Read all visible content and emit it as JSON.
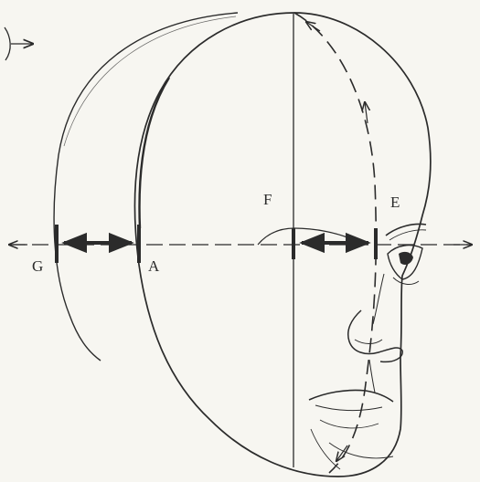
{
  "diagram": {
    "labels": {
      "f": "F",
      "e": "E",
      "g": "G",
      "a": "A"
    },
    "colors": {
      "paper": "#f7f6f1",
      "ink": "#2b2b2b"
    }
  }
}
